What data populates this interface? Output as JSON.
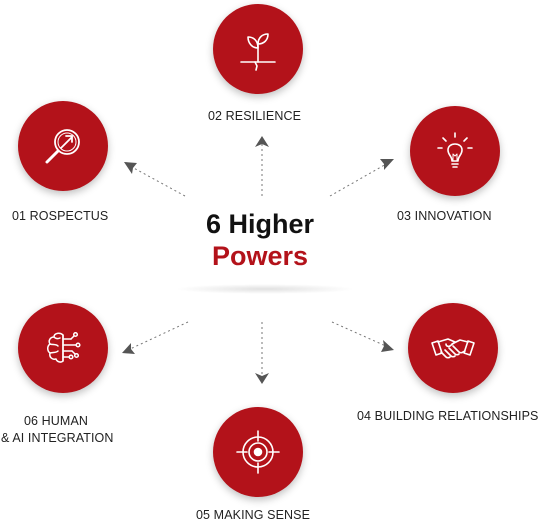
{
  "center": {
    "line1": "6 Higher",
    "line2": "Powers"
  },
  "colors": {
    "accent": "#b3121a",
    "text": "#222222",
    "arrow": "#555555"
  },
  "nodes": [
    {
      "number": "01",
      "label": "01 ROSPECTUS",
      "icon": "magnifier-arrow-icon"
    },
    {
      "number": "02",
      "label": "02 RESILIENCE",
      "icon": "plant-sprout-icon"
    },
    {
      "number": "03",
      "label": "03 INNOVATION",
      "icon": "lightbulb-icon"
    },
    {
      "number": "04",
      "label": "04 BUILDING RELATIONSHIPS",
      "icon": "handshake-icon"
    },
    {
      "number": "05",
      "label": "05 MAKING SENSE",
      "icon": "target-icon"
    },
    {
      "number": "06",
      "label_line1": "06 HUMAN",
      "label_line2": "& AI INTEGRATION",
      "icon": "brain-circuit-icon"
    }
  ]
}
